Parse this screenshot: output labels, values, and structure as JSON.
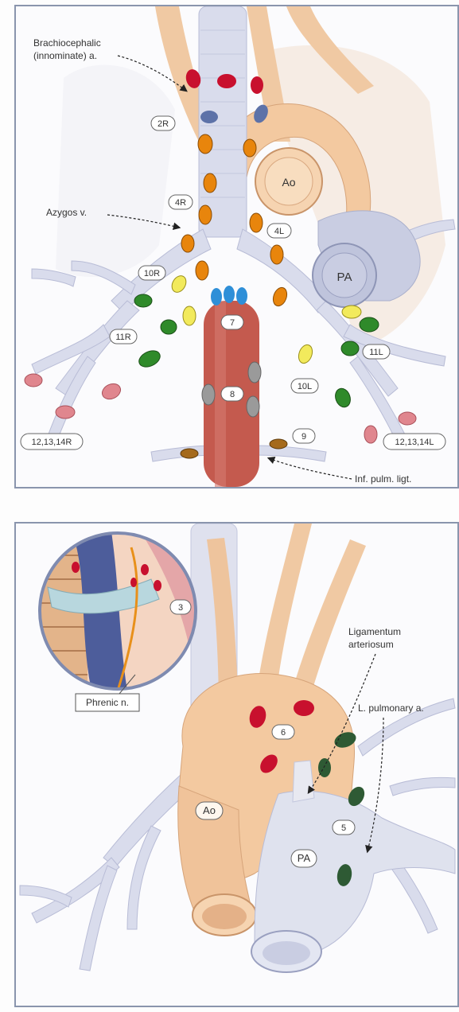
{
  "top_panel": {
    "labels": {
      "brachiocephalic_line1": "Brachiocephalic",
      "brachiocephalic_line2": "(innominate) a.",
      "azygos": "Azygos v.",
      "inf_pulm_ligt": "Inf. pulm. ligt.",
      "aorta": "Ao",
      "pulmonary_artery": "PA"
    },
    "stations": {
      "s2r": "2R",
      "s4r": "4R",
      "s4l": "4L",
      "s10r": "10R",
      "s11r": "11R",
      "s7": "7",
      "s8": "8",
      "s9": "9",
      "s10l": "10L",
      "s11l": "11L",
      "s12r": "12,13,14R",
      "s12l": "12,13,14L"
    }
  },
  "bottom_panel": {
    "labels": {
      "ligamentum_line1": "Ligamentum",
      "ligamentum_line2": "arteriosum",
      "l_pulmonary": "L. pulmonary a.",
      "phrenic": "Phrenic n.",
      "aorta": "Ao",
      "pulmonary_artery": "PA"
    },
    "stations": {
      "s3": "3",
      "s5": "5",
      "s6": "6"
    }
  },
  "colors": {
    "airway": "#d9dcec",
    "airway_edge": "#b8bcd6",
    "aorta": "#f3c9a0",
    "esophagus": "#c45a4e",
    "node_red": "#c8102e",
    "node_orange": "#e8850c",
    "node_blue": "#2e8fd8",
    "node_yellow": "#f2ea5c",
    "node_green": "#2f8a2a",
    "node_gray": "#9a9a9a",
    "node_pink": "#e0868e",
    "node_brown": "#a56a1c",
    "node_dark_green": "#2e5a34"
  }
}
